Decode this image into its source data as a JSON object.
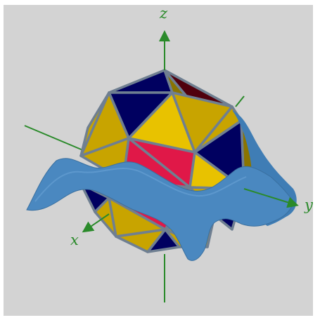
{
  "axes": {
    "x_label": "x",
    "y_label": "y",
    "z_label": "z",
    "axis_color": "#2a8a2a"
  },
  "colors": {
    "background": "#d3d3d3",
    "edge": "#6f7f91",
    "face_yellow": "#e8c200",
    "face_gold": "#c8a400",
    "face_olive": "#8a7400",
    "face_navy": "#000060",
    "face_maroon": "#50000e",
    "face_red": "#e01848",
    "surface": "#4a88c0"
  },
  "surface": {
    "kind": "wave sheet cutting through polyhedron"
  },
  "polyhedron": {
    "kind": "triangular-faced solid",
    "face_colors": [
      "yellow",
      "gold",
      "olive",
      "navy",
      "maroon",
      "red"
    ]
  }
}
